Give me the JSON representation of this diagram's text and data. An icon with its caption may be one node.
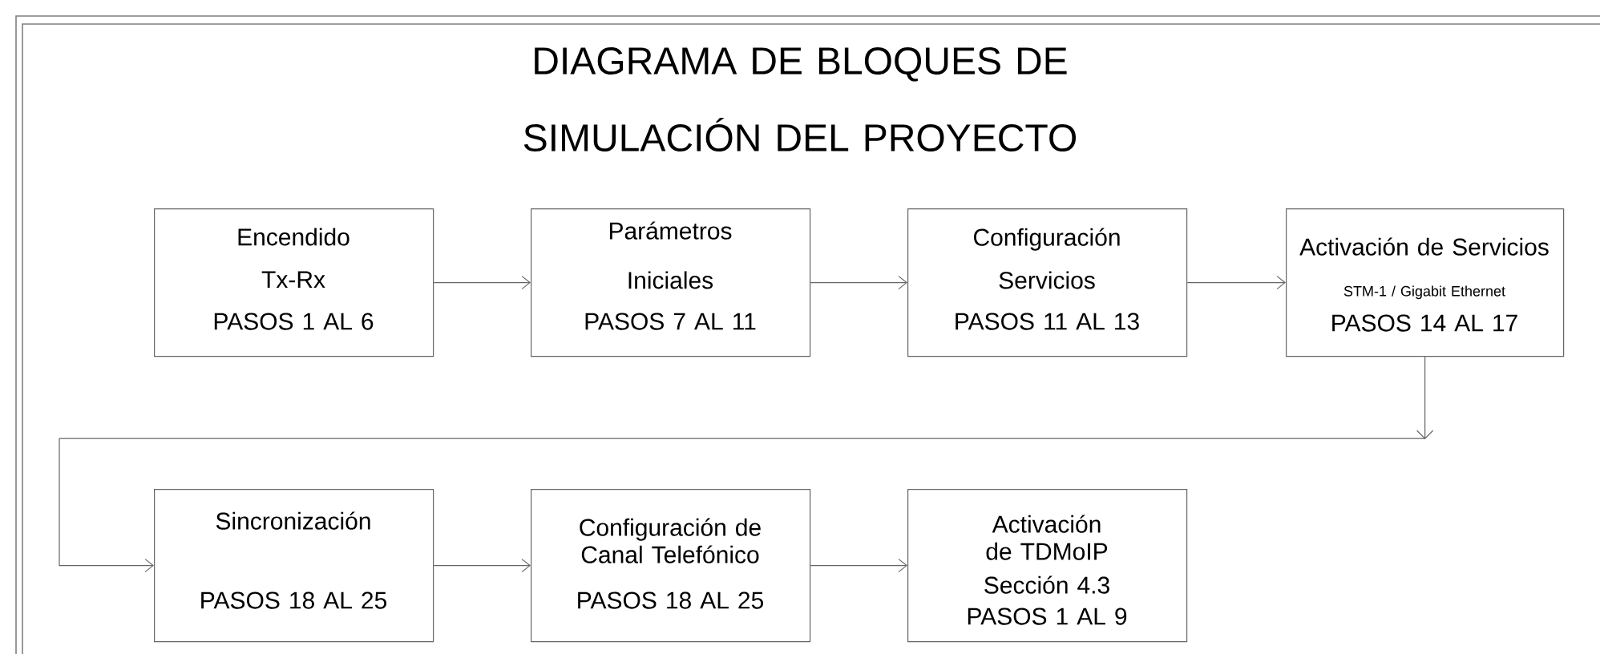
{
  "diagram": {
    "title": "DIAGRAMA DE BLOQUES DE SIMULACIÓN DEL PROYECTO",
    "nodes": [
      {
        "text": [
          "Encendido",
          "Tx-Rx",
          "PASOS 1 AL 6"
        ]
      },
      {
        "text": [
          "Parámetros",
          "Iniciales",
          "PASOS 7 AL 11"
        ]
      },
      {
        "text": [
          "Configuración",
          "Servicios",
          "PASOS 11 AL 13"
        ]
      },
      {
        "text": [
          "Activación de Servicios",
          "STM-1 / Gigabit Ethernet",
          "PASOS 14 AL 17"
        ]
      },
      {
        "text": [
          "Sincronización",
          "PASOS 18 AL 25"
        ]
      },
      {
        "text": [
          "Configuración de Canal Telefónico",
          "PASOS 18 AL 25"
        ]
      },
      {
        "text": [
          "Activación de TDMoIP",
          "Sección 4.3",
          "PASOS 1 AL 9"
        ]
      }
    ],
    "edges": [
      {
        "from": 0,
        "to": 1,
        "arrow": "to"
      },
      {
        "from": 1,
        "to": 2,
        "arrow": "to"
      },
      {
        "from": 2,
        "to": 3,
        "arrow": "to"
      },
      {
        "from": 3,
        "to": 4,
        "arrow": "to"
      },
      {
        "from": 4,
        "to": 5,
        "arrow": "to"
      },
      {
        "from": 5,
        "to": 6,
        "arrow": "to"
      }
    ]
  }
}
